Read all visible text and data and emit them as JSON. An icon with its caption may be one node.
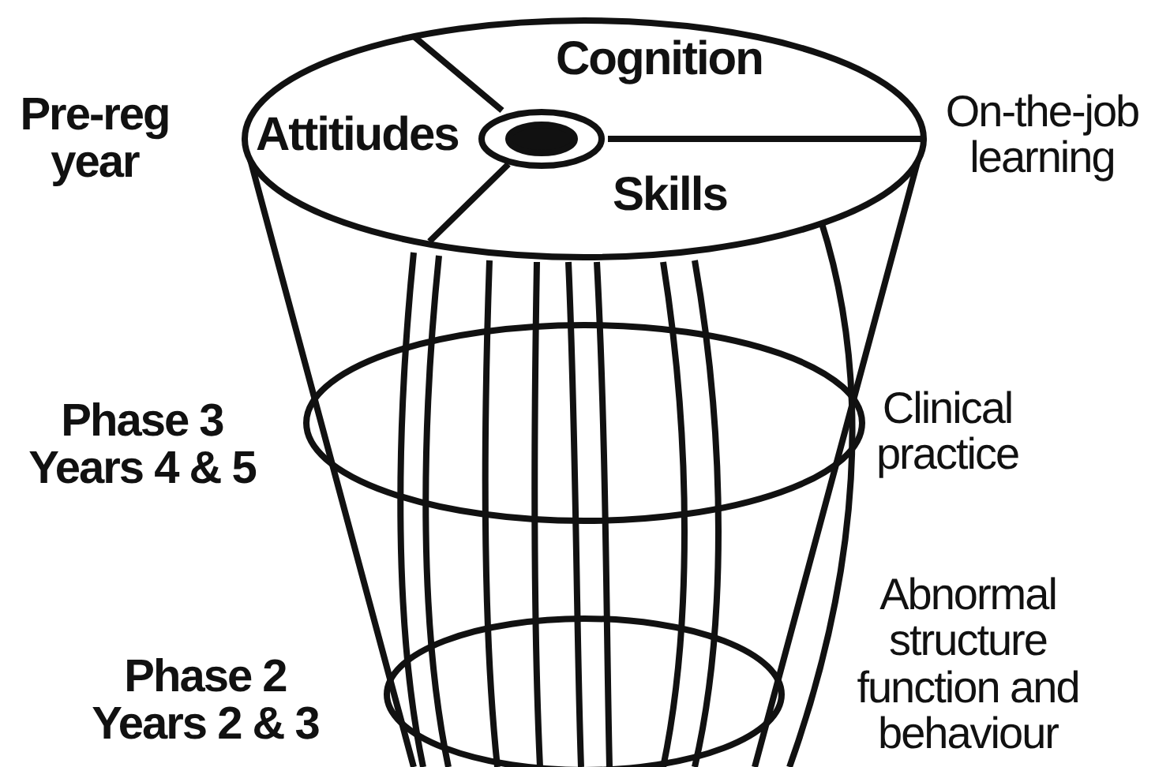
{
  "diagram": {
    "nodes": [
      {
        "text": [
          "Cognition"
        ]
      },
      {
        "text": [
          "Attitiudes"
        ]
      },
      {
        "text": [
          "Skills"
        ]
      }
    ],
    "labels": [
      "Pre-reg year",
      "On-the-job learning",
      "Phase 3 Years 4 & 5",
      "Clinical practice",
      "Phase 2 Years 2 & 3",
      "Abnormal structure function and behaviour"
    ]
  }
}
